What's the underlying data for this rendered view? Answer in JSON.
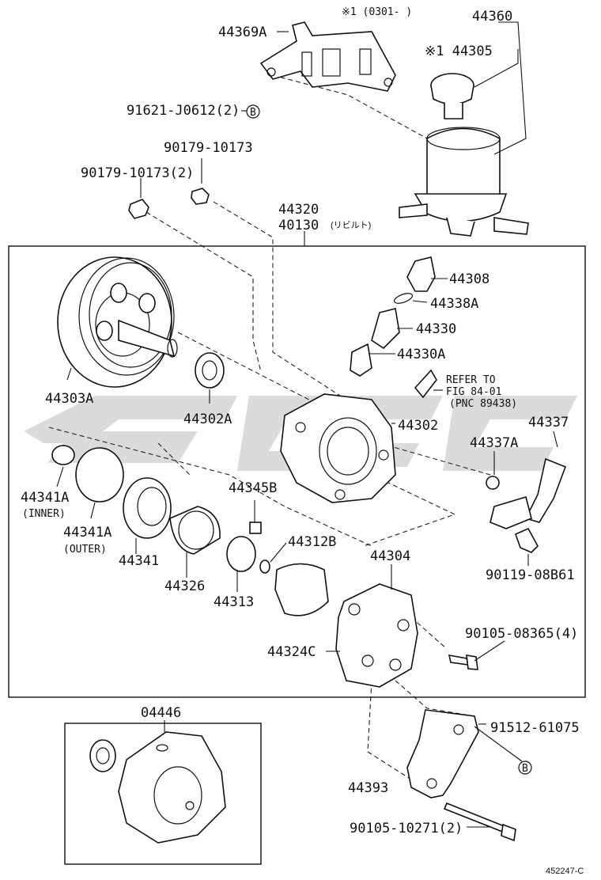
{
  "labels": {
    "note_top": "※1 (0301-        )",
    "p44360": "44360",
    "p44305": "※1 44305",
    "p44369A": "44369A",
    "p91621": "91621-J0612(2)",
    "p90179a": "90179-10173",
    "p90179b": "90179-10173(2)",
    "p44320": "44320",
    "p40130": "40130",
    "p40130_sub": "(リビルト)",
    "p44308": "44308",
    "p44338A": "44338A",
    "p44330": "44330",
    "p44330A": "44330A",
    "refer1": "REFER TO",
    "refer2": "FIG 84-01",
    "refer3": "(PNC 89438)",
    "p44303A": "44303A",
    "p44302A": "44302A",
    "p44302": "44302",
    "p44337": "44337",
    "p44337A": "44337A",
    "p44341A_inner": "44341A",
    "inner": "(INNER)",
    "p44341A_outer": "44341A",
    "outer": "(OUTER)",
    "p44341": "44341",
    "p44345B": "44345B",
    "p44312B": "44312B",
    "p44326": "44326",
    "p44313": "44313",
    "p44304": "44304",
    "p90119": "90119-08B61",
    "p90105a": "90105-08365(4)",
    "p44324C": "44324C",
    "p04446": "04446",
    "p91512": "91512-61075",
    "p44393": "44393",
    "p90105b": "90105-10271(2)",
    "callout_b": "B",
    "ref_code": "452247-C"
  },
  "icons": [
    "pulley-icon",
    "reservoir-icon",
    "pump-housing-icon",
    "bracket-icon",
    "watermark-logo"
  ]
}
